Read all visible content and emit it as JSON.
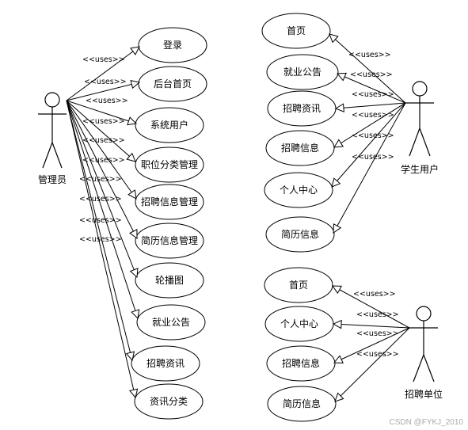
{
  "actors": {
    "admin": "管理员",
    "student": "学生用户",
    "company": "招聘单位"
  },
  "admin_use_cases": [
    "登录",
    "后台首页",
    "系统用户",
    "职位分类管理",
    "招聘信息管理",
    "简历信息管理",
    "轮播图",
    "就业公告",
    "招聘资讯",
    "资讯分类"
  ],
  "student_use_cases": [
    "首页",
    "就业公告",
    "招聘资讯",
    "招聘信息",
    "个人中心",
    "简历信息"
  ],
  "company_use_cases": [
    "首页",
    "个人中心",
    "招聘信息",
    "简历信息"
  ],
  "relation_label": "<<uses>>",
  "watermark": "CSDN @FYKJ_2010"
}
